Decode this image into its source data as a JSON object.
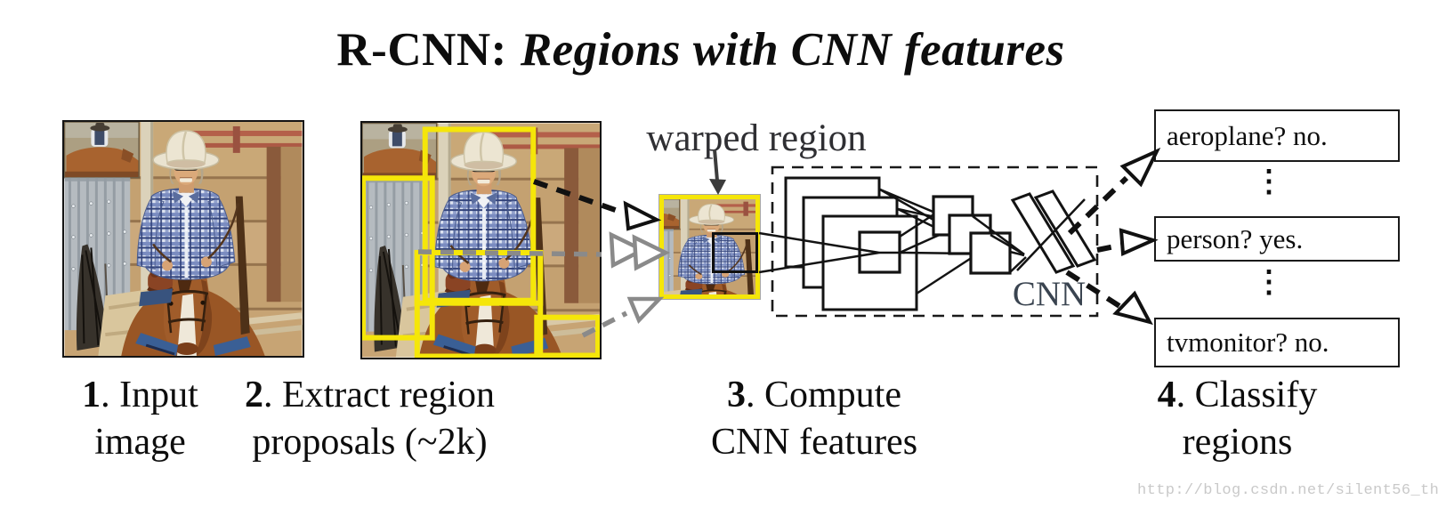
{
  "title": {
    "brand": "R-CNN:",
    "emphasis": "Regions with CNN features"
  },
  "pipeline": {
    "warped_region_label": "warped region",
    "cnn_label": "CNN",
    "ellipsis": "⋮"
  },
  "classifications": [
    {
      "label": "aeroplane? no."
    },
    {
      "label": "person? yes."
    },
    {
      "label": "tvmonitor? no."
    }
  ],
  "steps": [
    {
      "num": "1",
      "text": ". Input image"
    },
    {
      "num": "2",
      "text": ". Extract region proposals (~2k)"
    },
    {
      "num": "3",
      "text": ". Compute CNN features"
    },
    {
      "num": "4",
      "text": ". Classify regions"
    }
  ],
  "watermark": "http://blog.csdn.net/silent56_th",
  "colors": {
    "proposal_box_yellow": "#f5e609",
    "arrow_gray": "#8a8a8a",
    "cnn_label_color": "#3a4450",
    "watermark_gray": "#c9c9c9"
  }
}
